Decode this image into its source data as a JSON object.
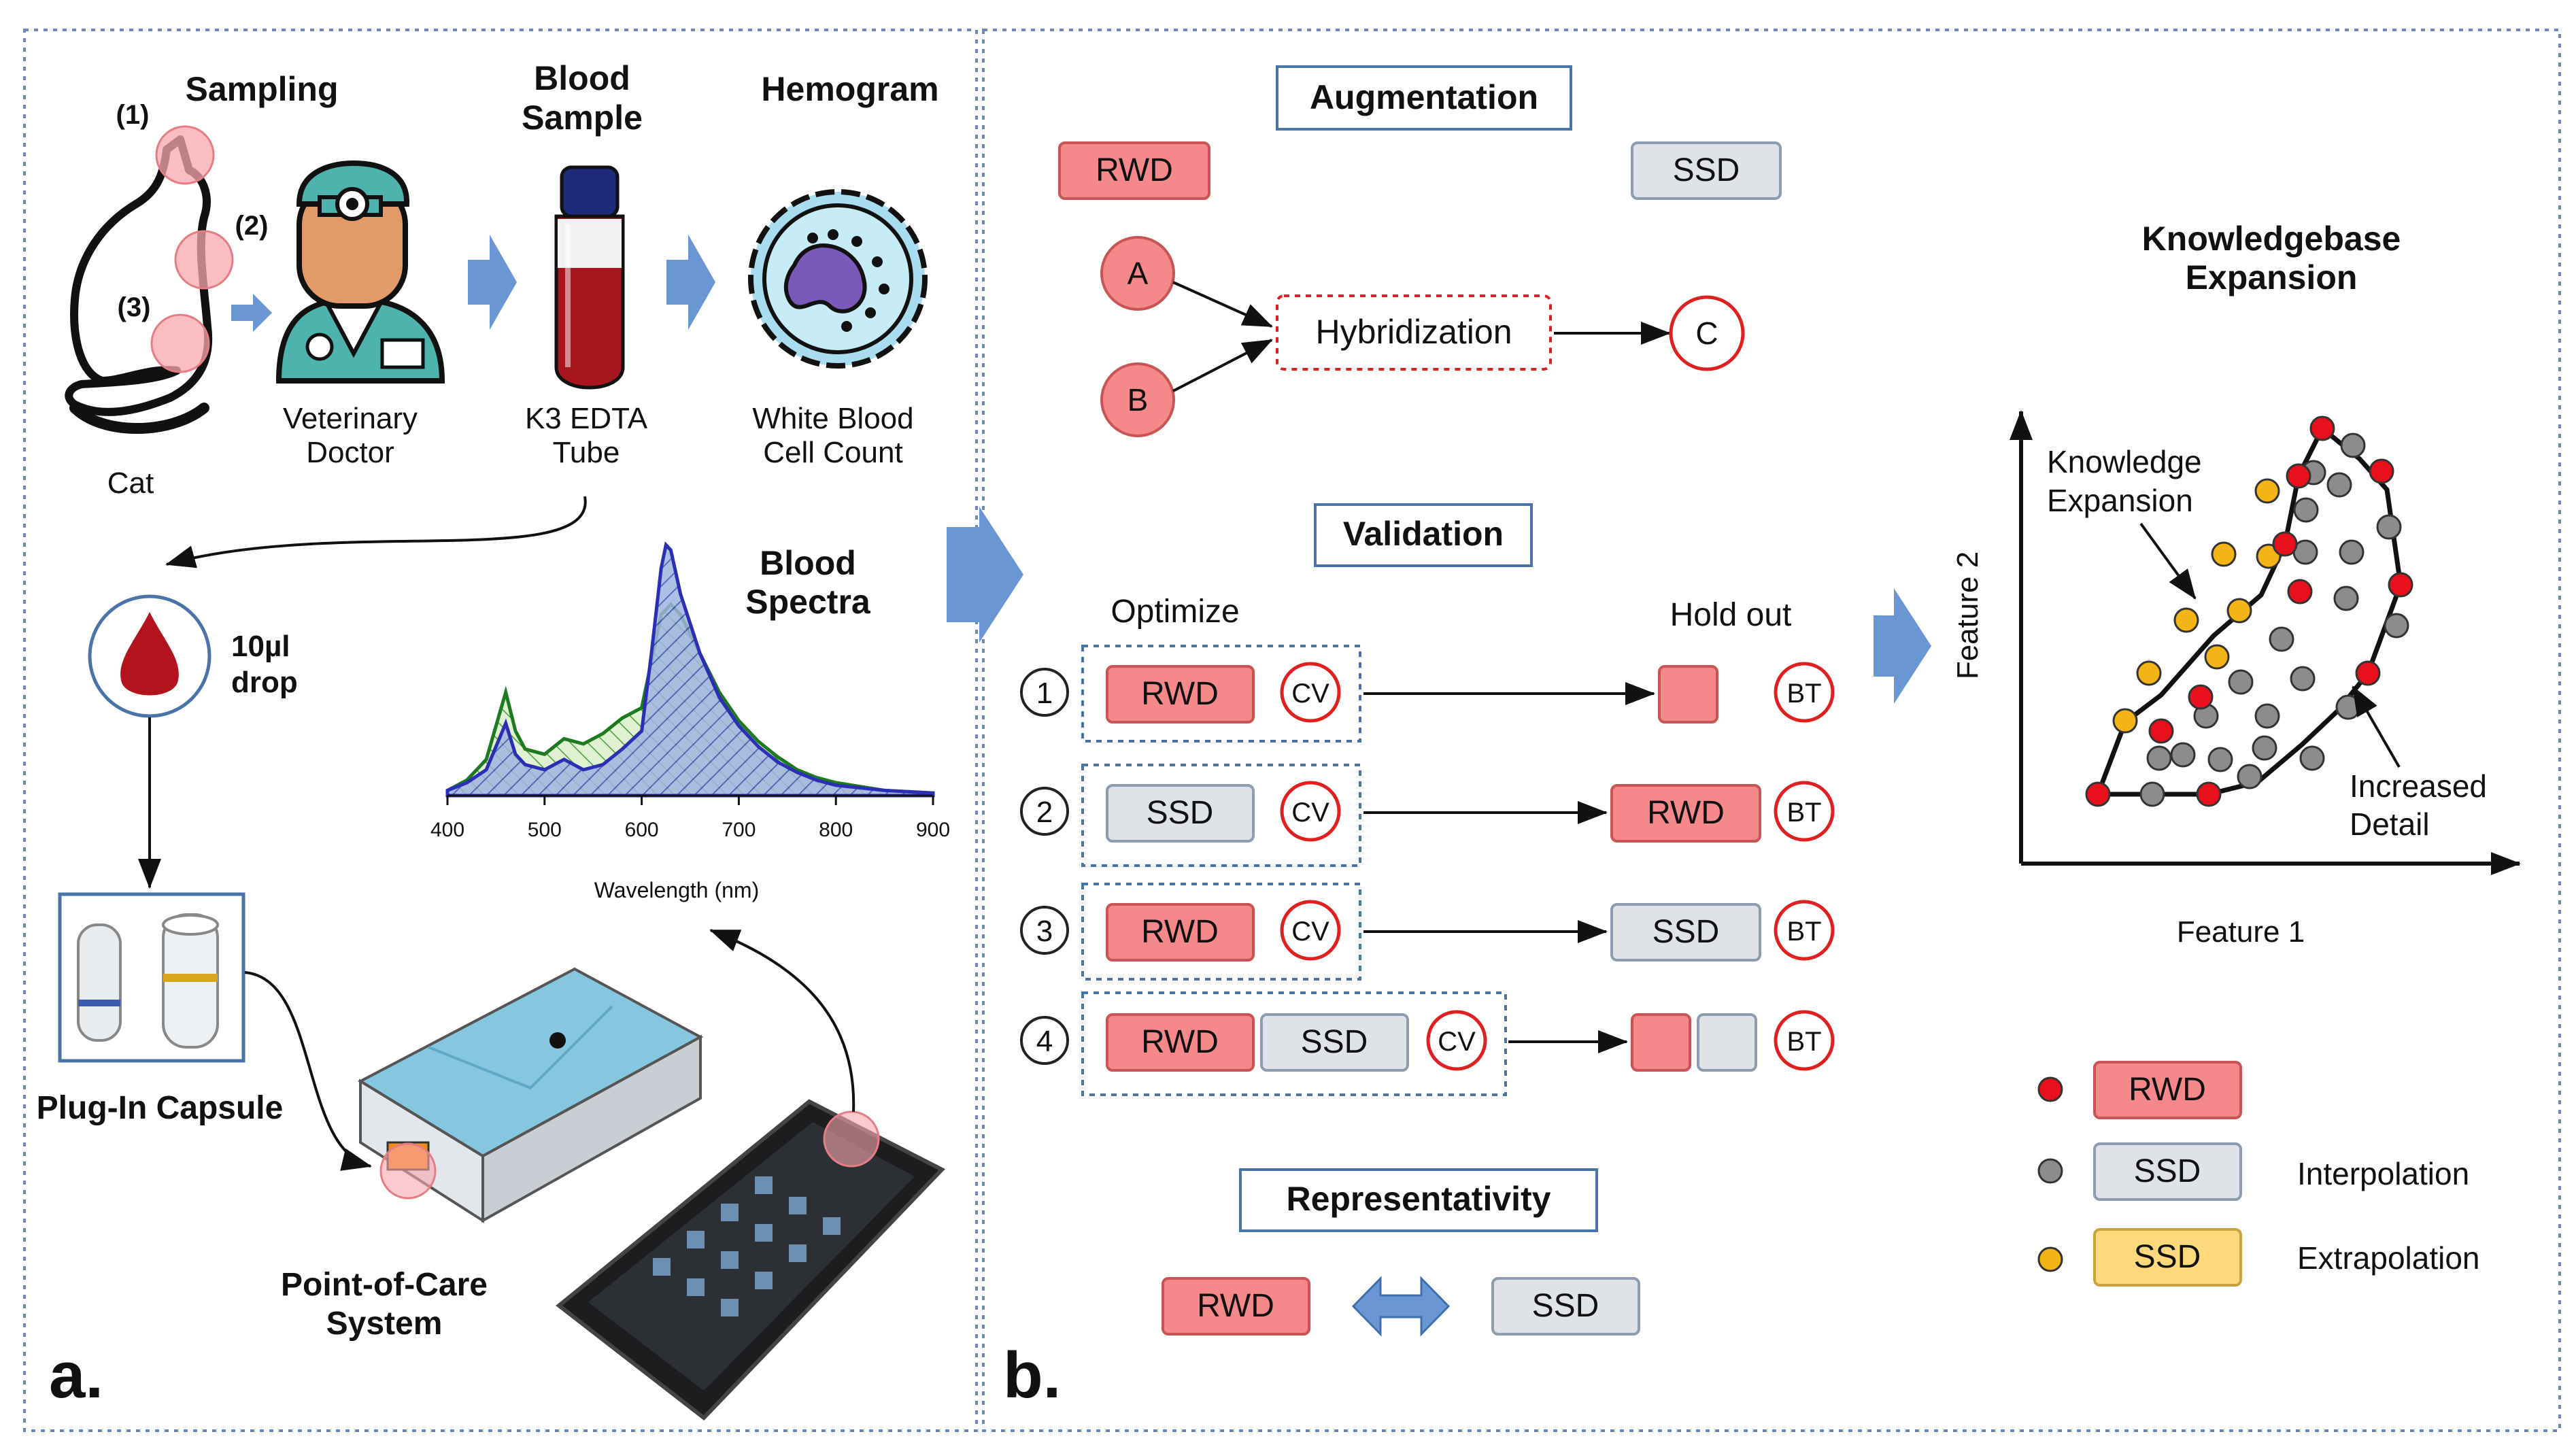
{
  "colors": {
    "rwd_fill": "#f4888a",
    "ssd_fill": "#dfe2e7",
    "ssd_extrap_fill": "#fdd97c",
    "ring_red": "#e02020",
    "arrow_blue": "#6a97d3",
    "point_red": "#e8101c",
    "point_gray": "#8c8c8c",
    "point_yellow": "#f3b416"
  },
  "panel_a": {
    "label": "a.",
    "sampling": "Sampling",
    "sites": [
      "(1)",
      "(2)",
      "(3)"
    ],
    "cat": "Cat",
    "blood_sample": [
      "Blood",
      "Sample"
    ],
    "hemogram": "Hemogram",
    "vet": [
      "Veterinary",
      "Doctor"
    ],
    "tube": [
      "K3 EDTA",
      "Tube"
    ],
    "wbc": [
      "White Blood",
      "Cell Count"
    ],
    "drop": [
      "10µl",
      "drop"
    ],
    "spectra_title": [
      "Blood",
      "Spectra"
    ],
    "spectra_ticks": [
      "400",
      "500",
      "600",
      "700",
      "800",
      "900"
    ],
    "spectra_xlabel": "Wavelength (nm)",
    "capsule": "Plug-In Capsule",
    "poc": [
      "Point-of-Care",
      "System"
    ]
  },
  "panel_b": {
    "label": "b.",
    "augmentation": "Augmentation",
    "rwd": "RWD",
    "ssd": "SSD",
    "node_a": "A",
    "node_b": "B",
    "node_c": "C",
    "hybridization": "Hybridization",
    "validation": "Validation",
    "optimize": "Optimize",
    "hold_out": "Hold out",
    "cv": "CV",
    "bt": "BT",
    "rows": [
      "1",
      "2",
      "3",
      "4"
    ],
    "representativity": "Representativity",
    "kb_title": [
      "Knowledgebase",
      "Expansion"
    ],
    "kb_expansion": [
      "Knowledge",
      "Expansion"
    ],
    "increased_detail": [
      "Increased",
      "Detail"
    ],
    "feature1": "Feature 1",
    "feature2": "Feature 2",
    "legend_rwd": "RWD",
    "legend_ssd_gray": "SSD",
    "legend_ssd_yellow": "SSD",
    "interpolation": "Interpolation",
    "extrapolation": "Extrapolation"
  },
  "chart_data": {
    "type": "area",
    "xlabel": "Wavelength (nm)",
    "xlim": [
      400,
      900
    ],
    "ylim": [
      0,
      1
    ],
    "series": [
      {
        "x": [
          400,
          420,
          440,
          460,
          470,
          480,
          500,
          520,
          540,
          560,
          580,
          600,
          610,
          620,
          625,
          630,
          640,
          660,
          680,
          700,
          720,
          740,
          760,
          780,
          800,
          850,
          900
        ],
        "y": [
          0.02,
          0.05,
          0.1,
          0.28,
          0.16,
          0.12,
          0.1,
          0.14,
          0.1,
          0.12,
          0.18,
          0.25,
          0.55,
          0.88,
          0.97,
          0.95,
          0.78,
          0.55,
          0.38,
          0.27,
          0.19,
          0.13,
          0.09,
          0.06,
          0.04,
          0.02,
          0.01
        ]
      },
      {
        "x": [
          400,
          420,
          440,
          460,
          470,
          480,
          500,
          520,
          540,
          560,
          580,
          600,
          610,
          620,
          630,
          640,
          660,
          680,
          700,
          720,
          740,
          760,
          780,
          800,
          850,
          900
        ],
        "y": [
          0.02,
          0.06,
          0.14,
          0.4,
          0.25,
          0.18,
          0.16,
          0.22,
          0.2,
          0.24,
          0.3,
          0.34,
          0.52,
          0.7,
          0.74,
          0.7,
          0.55,
          0.4,
          0.29,
          0.21,
          0.15,
          0.1,
          0.07,
          0.05,
          0.02,
          0.01
        ]
      }
    ]
  }
}
